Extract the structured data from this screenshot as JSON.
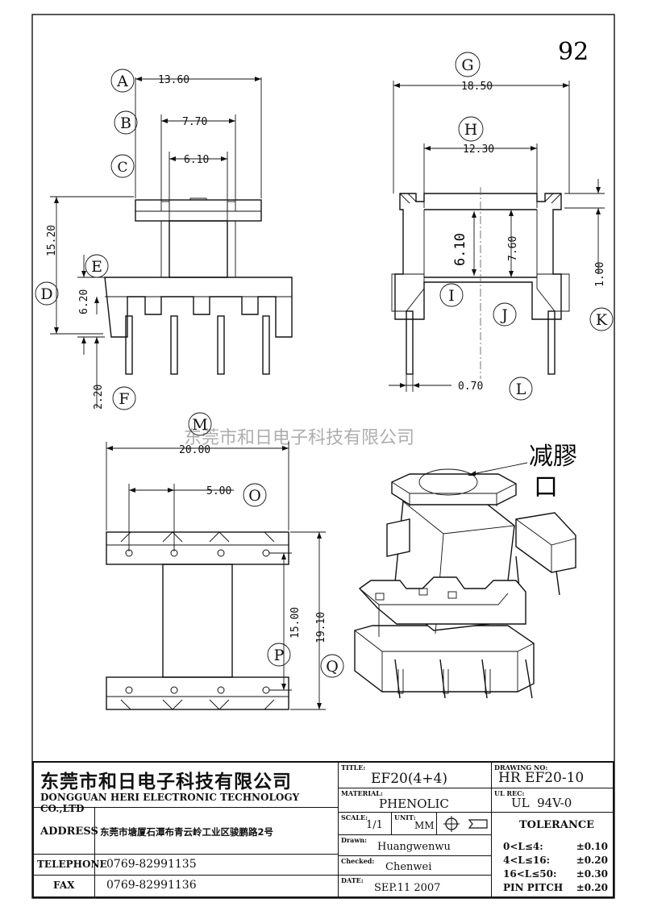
{
  "page_number": "92",
  "watermark": "东莞市和日电子科技有限公司",
  "dimensions": {
    "A": "13.60",
    "B": "7.70",
    "C": "6.10",
    "D": "15.20",
    "E": "6.20",
    "F": "2.20",
    "G": "18.50",
    "H": "12.30",
    "I": "6.10",
    "J": "7.60",
    "K": "1.00",
    "L": "0.70",
    "M": "20.00",
    "O": "5.00",
    "P": "15.00",
    "Q": "19.10"
  },
  "callouts": [
    "A",
    "B",
    "C",
    "D",
    "E",
    "F",
    "G",
    "H",
    "I",
    "J",
    "K",
    "L",
    "M",
    "O",
    "P",
    "Q"
  ],
  "callout_text": {
    "line1": "减膠",
    "line2": "口"
  },
  "company": {
    "name_cn": "东莞市和日电子科技有限公司",
    "name_en": "DONGGUAN HERI ELECTRONIC TECHNOLOGY CO.,LTD",
    "address_label": "ADDRESS",
    "address": "东莞市塘厦石潭布青云岭工业区骏鹏路2号",
    "telephone_label": "TELEPHONE",
    "telephone": "0769-82991135",
    "fax_label": "FAX",
    "fax": "0769-82991136"
  },
  "title_block": {
    "title_label": "TITLE:",
    "title": "EF20(4+4)",
    "material_label": "MATERIAL:",
    "material": "PHENOLIC",
    "scale_label": "SCALE:",
    "scale": "1/1",
    "unit_label": "UNIT:",
    "unit": "MM",
    "drawn_label": "Drawn:",
    "drawn": "Huangwenwu",
    "checked_label": "Checked:",
    "checked": "Chenwei",
    "date_label": "DATE:",
    "date": "SEP.11 2007",
    "drawing_no_label": "DRAWING NO:",
    "drawing_no": "HR EF20-10",
    "ul_rec_label": "UL REC:",
    "ul_rec": "UL  94V-0",
    "tolerance_label": "TOLERANCE",
    "tolerances": [
      {
        "range": "0<L≤4:",
        "value": "±0.10"
      },
      {
        "range": "4<L≤16:",
        "value": "±0.20"
      },
      {
        "range": "16<L≤50:",
        "value": "±0.30"
      },
      {
        "range": "PIN PITCH",
        "value": "±0.20"
      }
    ]
  }
}
